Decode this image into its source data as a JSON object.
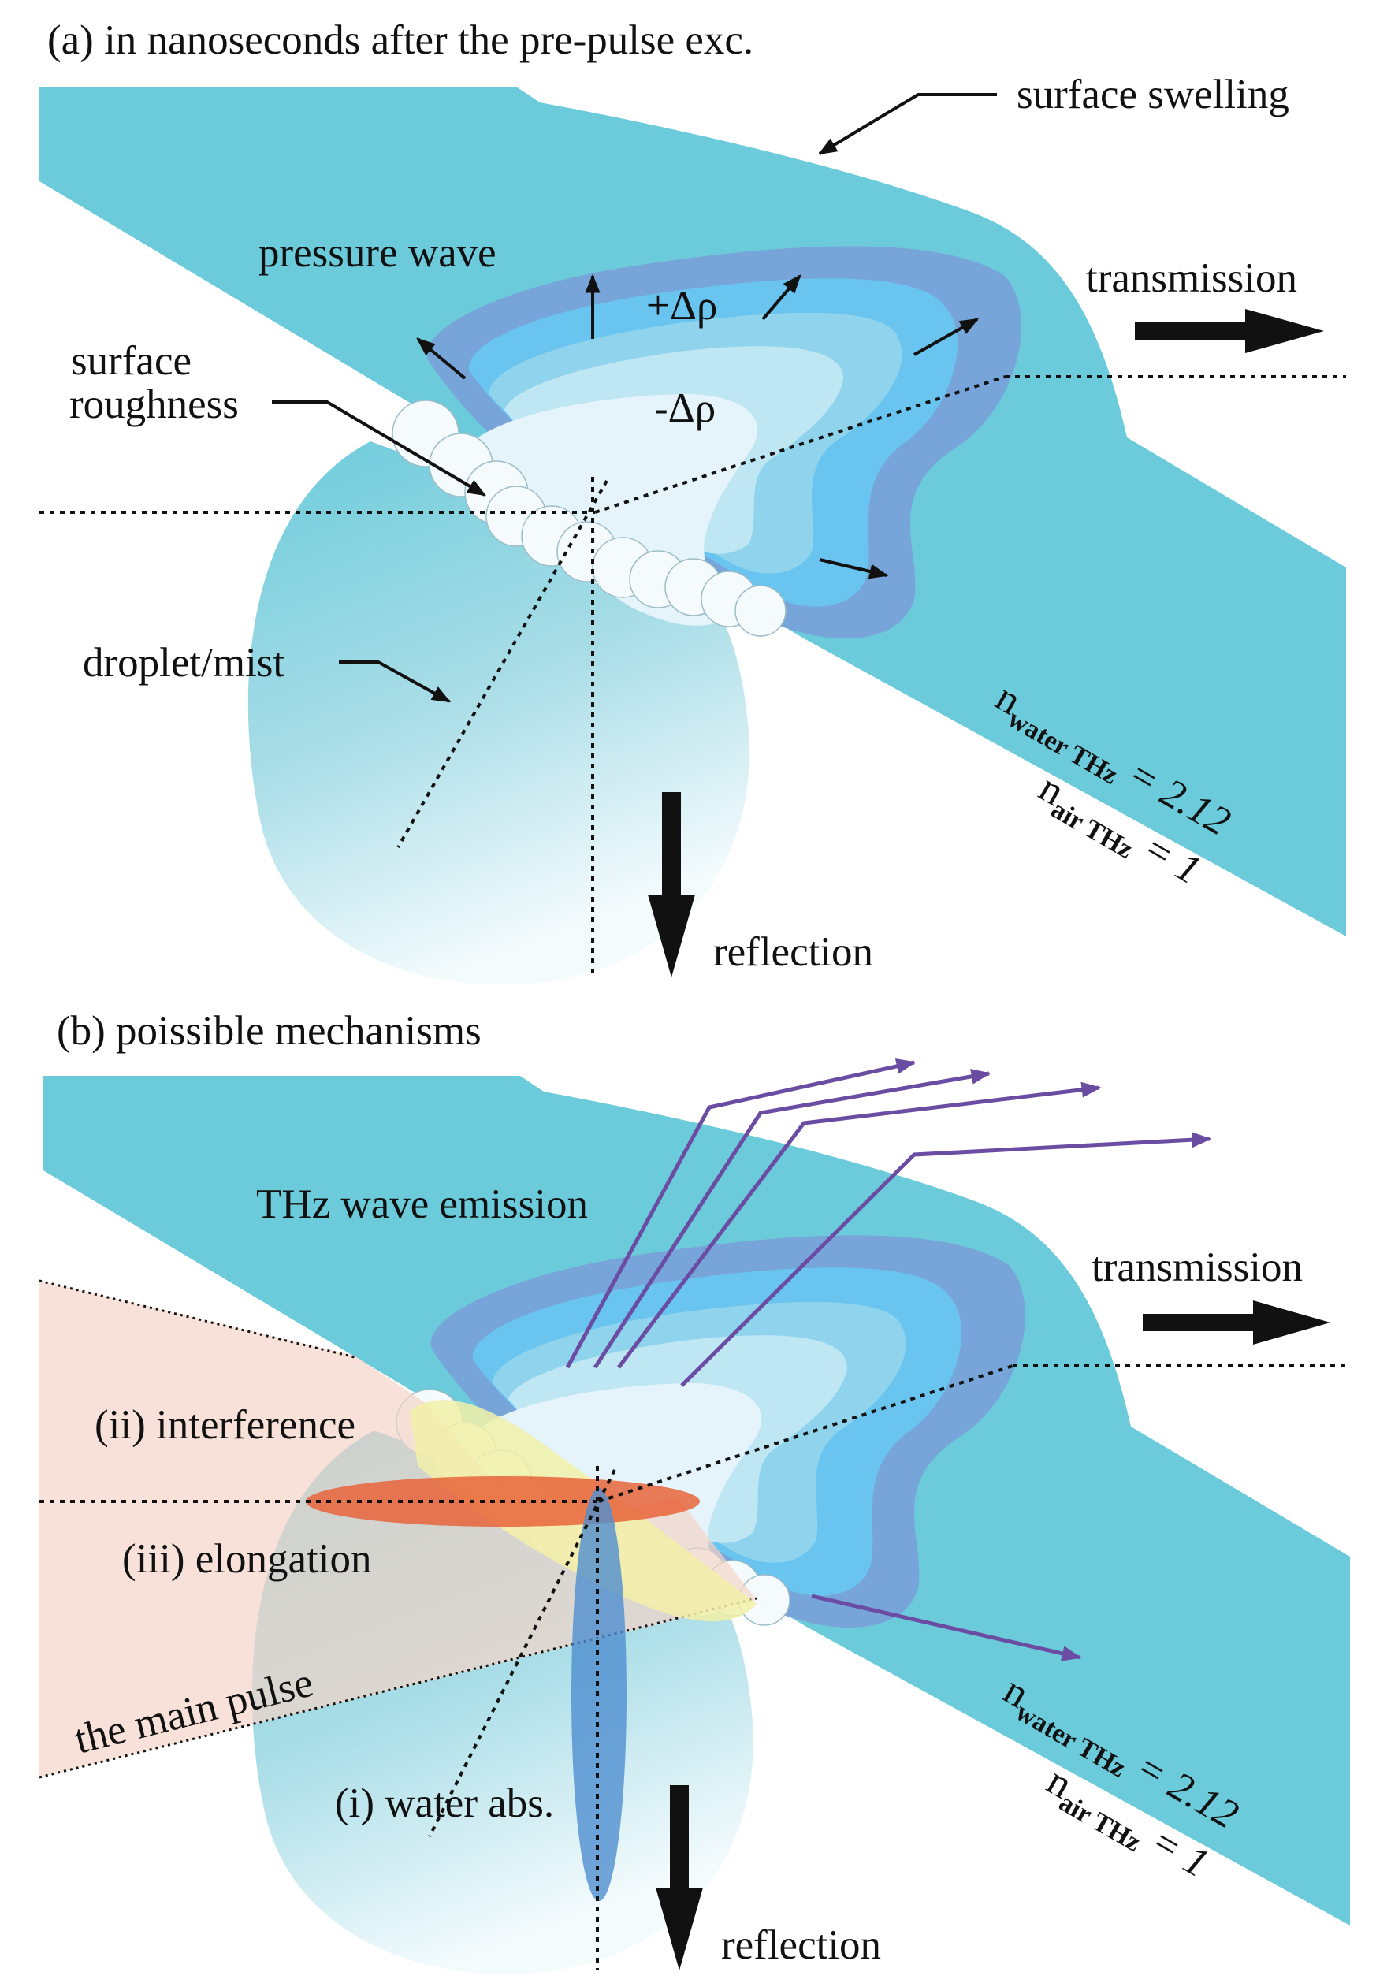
{
  "panel_a": {
    "title": "(a) in nanoseconds after the pre-pulse exc.",
    "surface_swelling": "surface swelling",
    "pressure_wave": "pressure wave",
    "plus_delta_rho": "+Δρ",
    "minus_delta_rho": "-Δρ",
    "transmission": "transmission",
    "surface_line1": "surface",
    "surface_line2": "roughness",
    "droplet_mist": "droplet/mist",
    "reflection": "reflection",
    "n_water": "n",
    "n_water_sub": "water THz",
    "n_water_val": " = 2.12",
    "n_air": "n",
    "n_air_sub": "air THz",
    "n_air_val": " = 1"
  },
  "panel_b": {
    "title": "(b) poissible mechanisms",
    "thz_emission": "THz wave emission",
    "transmission": "transmission",
    "interference": "(ii) interference",
    "elongation": "(iii) elongation",
    "main_pulse": "the main pulse",
    "water_abs": "(i) water abs.",
    "reflection": "reflection",
    "n_water": "n",
    "n_water_sub": "water THz",
    "n_water_val": " = 2.12",
    "n_air": "n",
    "n_air_sub": "air THz",
    "n_air_val": " = 1"
  },
  "colors": {
    "water": "#6ccbdb",
    "wave_outer": "#78a5d9",
    "wave_mid": "#69c4ef",
    "wave_light": "#8fd4ec",
    "wave_pale": "#bfe6f3",
    "wave_core": "#e4f4fa",
    "emission": "#6b4ca3",
    "main_pulse": "#f4d4c8",
    "interference": "#f2f0a8",
    "elongation": "#e8643a",
    "water_abs": "#4f8ed0"
  }
}
